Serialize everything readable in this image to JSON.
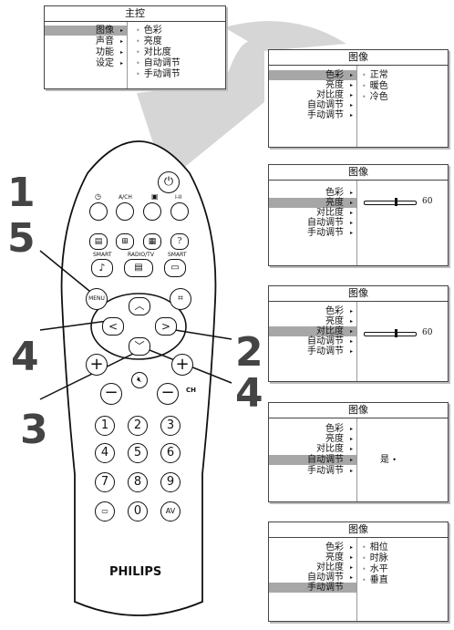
{
  "main_menu": {
    "title": "主控",
    "items": [
      "图像",
      "声音",
      "功能",
      "设定"
    ],
    "options": [
      "色彩",
      "亮度",
      "对比度",
      "自动调节",
      "手动调节"
    ]
  },
  "image_menu_title": "图像",
  "image_items": [
    "色彩",
    "亮度",
    "对比度",
    "自动调节",
    "手动调节"
  ],
  "screen1_options": [
    "正常",
    "暖色",
    "冷色"
  ],
  "slider_value": "60",
  "auto_adjust_value": "是",
  "screen5_options": [
    "相位",
    "时脉",
    "水平",
    "垂直"
  ],
  "step_numbers": {
    "a": "1",
    "b": "5",
    "c": "4",
    "d": "3",
    "e": "2",
    "f": "4"
  },
  "remote": {
    "brand": "PHILIPS",
    "labels": {
      "ach": "A/CH",
      "i_ii": "I-II",
      "smart1": "SMART",
      "radio_tv": "RADIO/TV",
      "smart2": "SMART",
      "menu": "MENU",
      "ch": "CH",
      "av": "AV"
    },
    "keys": [
      "1",
      "2",
      "3",
      "4",
      "5",
      "6",
      "7",
      "8",
      "9",
      "0"
    ]
  }
}
